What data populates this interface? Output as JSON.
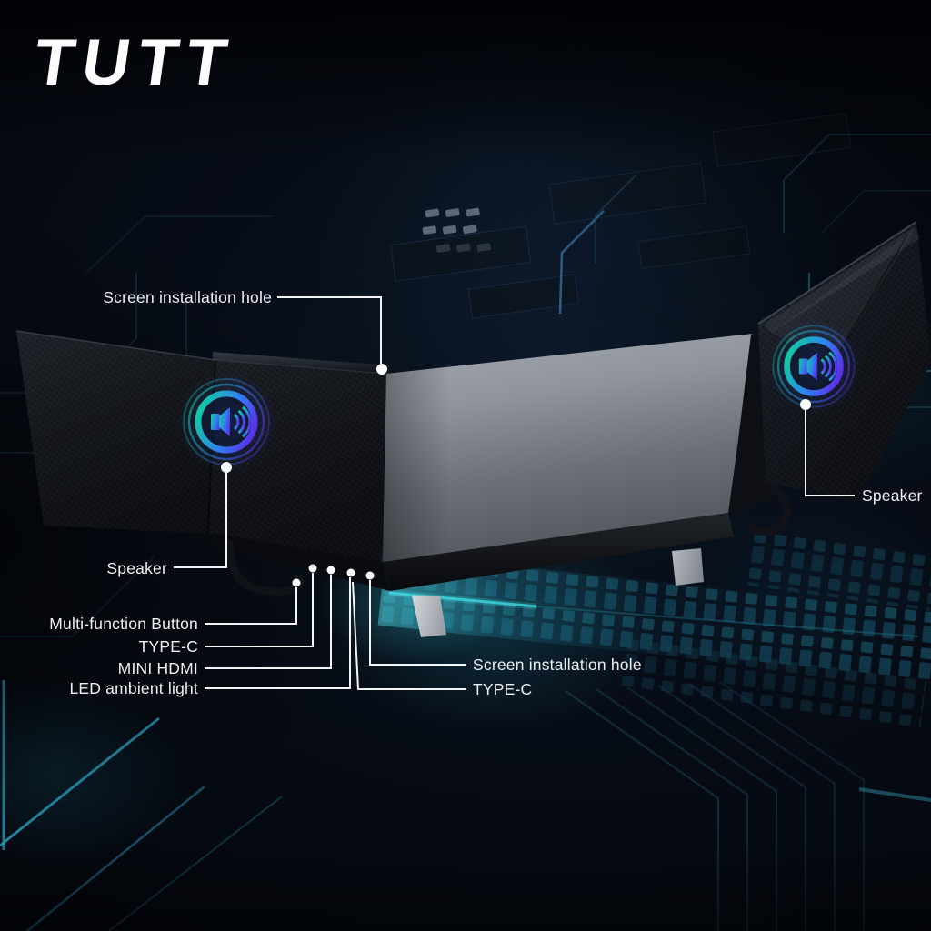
{
  "brand": {
    "logo": "TUTT"
  },
  "callouts": [
    {
      "id": "screen-installation-hole-top",
      "label": "Screen installation hole"
    },
    {
      "id": "speaker-left",
      "label": "Speaker"
    },
    {
      "id": "multi-function-button",
      "label": "Multi-function Button"
    },
    {
      "id": "type-c-left",
      "label": "TYPE-C"
    },
    {
      "id": "mini-hdmi",
      "label": "MINI HDMI"
    },
    {
      "id": "led-ambient-light",
      "label": "LED ambient light"
    },
    {
      "id": "screen-installation-hole-bottom",
      "label": "Screen installation hole"
    },
    {
      "id": "type-c-bottom",
      "label": "TYPE-C"
    },
    {
      "id": "speaker-right",
      "label": "Speaker"
    }
  ],
  "icons": {
    "speaker": "speaker-sound-waves-icon"
  },
  "colors": {
    "background": "#05080f",
    "circuit_dim": "#16384a",
    "circuit_bright": "#35719f",
    "glow_teal": "#43d8dd",
    "panel_carbon": "#15171c",
    "panel_gray": "#8d939c",
    "label_text": "#edeff1",
    "leader_line": "#f3f4f5",
    "speaker_gradient_start": "#12c9a2",
    "speaker_gradient_mid": "#2f80f2",
    "speaker_gradient_end": "#5b2ee8"
  }
}
